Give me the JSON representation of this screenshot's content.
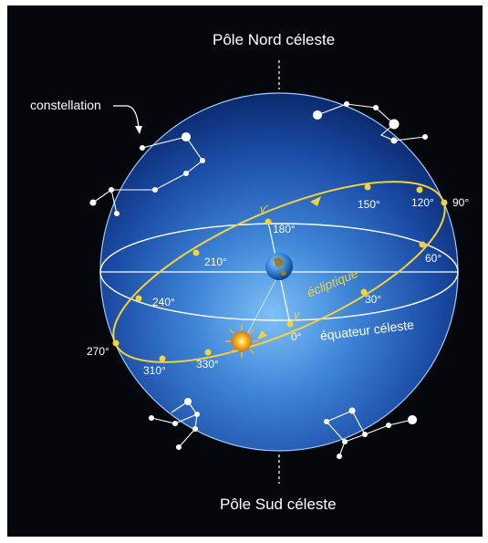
{
  "labels": {
    "north_pole": "Pôle Nord céleste",
    "south_pole": "Pôle Sud céleste",
    "constellation": "constellation",
    "ecliptic": "écliptique",
    "equator": "équateur céleste",
    "gamma": "γ",
    "gamma_prime": "γ'"
  },
  "degrees": [
    "0°",
    "30°",
    "60°",
    "90°",
    "120°",
    "150°",
    "180°",
    "210°",
    "240°",
    "270°",
    "310°",
    "330°"
  ],
  "colors": {
    "background": "#06070d",
    "sphere_inner": "#5aa0e6",
    "sphere_outer": "#0b2a6e",
    "ecliptic": "#f3d23a",
    "equator": "#ffffff",
    "sun": "#f6b21a"
  },
  "icons": {
    "earth": "earth-globe-icon",
    "sun": "sun-icon",
    "star": "star-dot-icon"
  }
}
